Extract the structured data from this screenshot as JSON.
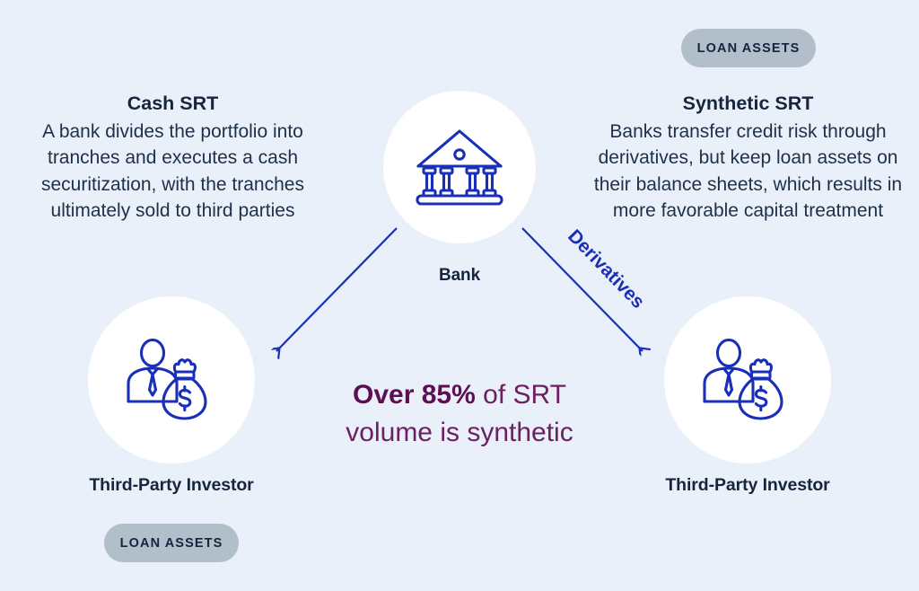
{
  "background_color": "#eaf0fa",
  "accent_blue": "#1a2fb8",
  "navy_text": "#16243c",
  "purple_bold": "#5c0f52",
  "purple_light": "#6b2160",
  "badge_bg": "#b2bfca",
  "nodes": {
    "bank": {
      "label": "Bank",
      "icon": "bank-building-icon"
    },
    "investor_left": {
      "label": "Third-Party Investor",
      "icon": "investor-money-bag-icon"
    },
    "investor_right": {
      "label": "Third-Party Investor",
      "icon": "investor-money-bag-icon"
    }
  },
  "descriptions": {
    "left": {
      "title": "Cash SRT",
      "body": "A bank divides the portfolio into tranches and executes a cash securitization, with the tranches ultimately sold to third parties"
    },
    "right": {
      "title": "Synthetic SRT",
      "body": "Banks transfer credit risk through derivatives, but keep loan assets on their balance sheets, which results in more favorable capital treatment"
    }
  },
  "badges": {
    "top_right": "LOAN ASSETS",
    "bottom_left": "LOAN ASSETS"
  },
  "edges": {
    "left_arrow_label": "",
    "right_arrow_label": "Derivatives"
  },
  "statistic": {
    "emphasis": "Over 85%",
    "rest": " of SRT",
    "second_line": "volume is synthetic"
  }
}
